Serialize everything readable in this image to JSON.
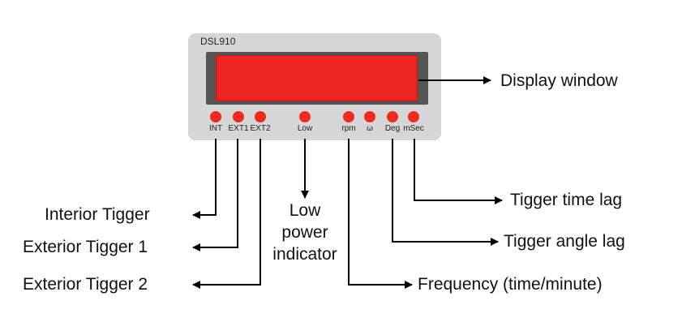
{
  "device": {
    "model": "DSL910",
    "colors": {
      "panel": "#d6d6d6",
      "bezel": "#555555",
      "screen": "#ee2420",
      "led": "#ee2a22"
    },
    "indicators": [
      "INT",
      "EXT1",
      "EXT2",
      "Low",
      "rpm",
      "ω",
      "Deg",
      "mSec"
    ]
  },
  "annotations": {
    "display_window": "Display window",
    "interior_trigger": "Interior Tigger",
    "exterior_trigger_1": "Exterior Tigger 1",
    "exterior_trigger_2": "Exterior Tigger 2",
    "low_power_line1": "Low",
    "low_power_line2": "power",
    "low_power_line3": "indicator",
    "frequency": "Frequency (time/minute)",
    "trigger_angle_lag": "Tigger angle lag",
    "trigger_time_lag": "Tigger time lag"
  }
}
